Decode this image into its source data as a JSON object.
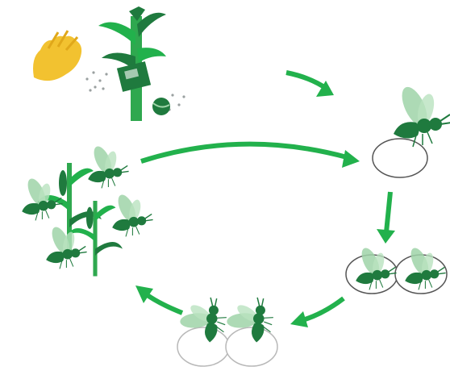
{
  "diagram": {
    "type": "life-cycle",
    "colors": {
      "dark_green": "#1f7a3e",
      "mid_green": "#2fa84f",
      "arrow_green": "#22b14c",
      "wing_green": "#9fd4a8",
      "egg_outline": "#555555",
      "hand_yellow": "#f2c230",
      "ground_gray": "#b8b8b8"
    },
    "stages": [
      {
        "name": "hand-releasing-sprinkling",
        "icon": "hand-icon"
      },
      {
        "name": "single-wasp-on-egg",
        "icon": "wasp-icon"
      },
      {
        "name": "paired-wasps-in-eggs",
        "icon": "wasp-in-egg-icon"
      },
      {
        "name": "wasps-emerging-from-eggs",
        "icon": "emerging-wasp-icon"
      },
      {
        "name": "wasps-among-corn",
        "icon": "corn-plant-icon"
      }
    ]
  }
}
